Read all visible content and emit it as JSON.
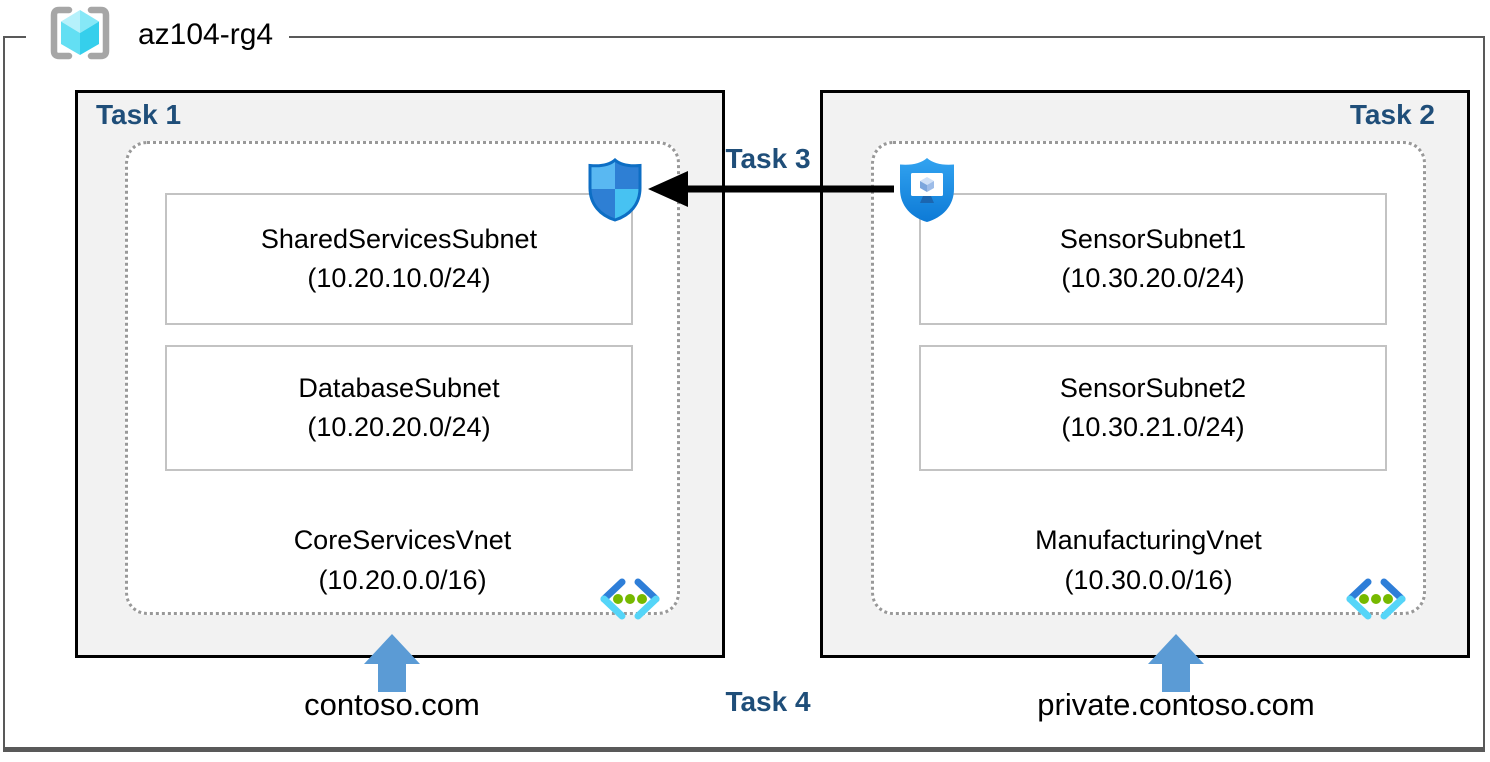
{
  "resource_group": {
    "name": "az104-rg4",
    "icon": "resource-group-cube-icon"
  },
  "vnets": {
    "left": {
      "task_label": "Task 1",
      "name": "CoreServicesVnet",
      "cidr": "(10.20.0.0/16)",
      "subnets": [
        {
          "name": "SharedServicesSubnet",
          "cidr": "(10.20.10.0/24)"
        },
        {
          "name": "DatabaseSubnet",
          "cidr": "(10.20.20.0/24)"
        }
      ],
      "dns_label": "contoso.com",
      "icon": "virtual-network-chevrons-icon"
    },
    "right": {
      "task_label": "Task 2",
      "name": "ManufacturingVnet",
      "cidr": "(10.30.0.0/16)",
      "subnets": [
        {
          "name": "SensorSubnet1",
          "cidr": "(10.30.20.0/24)"
        },
        {
          "name": "SensorSubnet2",
          "cidr": "(10.30.21.0/24)"
        }
      ],
      "dns_label": "private.contoso.com",
      "icon": "virtual-network-chevrons-icon"
    }
  },
  "peering": {
    "task_label": "Task 3",
    "from_icon": "shielded-vm-monitor-icon",
    "to_icon": "network-security-group-shield-icon",
    "arrow": "black-left-arrow"
  },
  "dns": {
    "task_label": "Task 4",
    "arrow_icon": "blue-up-arrow-icon"
  },
  "colors": {
    "task_label": "#1F4E79",
    "box_fill": "#F2F2F2",
    "box_border": "#000000",
    "dotted_border": "#999999",
    "frame_border": "#595959",
    "arrow_blue": "#5B9BD5",
    "shield_blue": "#2E7FD4",
    "shield_light_blue": "#59B8F2",
    "vnet_chevron_dark": "#2E7ED8",
    "vnet_chevron_light": "#55D5F8",
    "vnet_dots_green": "#76B900",
    "rg_cube_cyan": "#63DFF3",
    "rg_bracket_gray": "#A6A6A6"
  }
}
